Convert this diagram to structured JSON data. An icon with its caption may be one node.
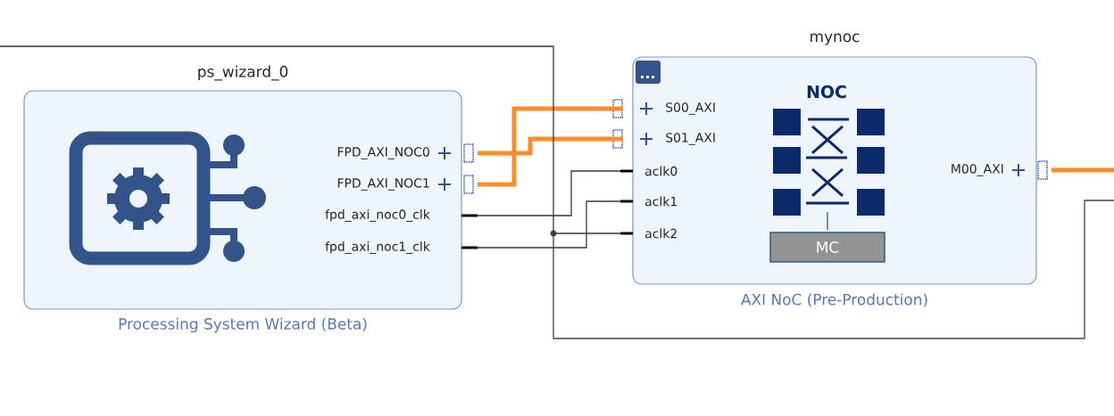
{
  "diagram": {
    "nodes": [
      {
        "text": [
          "ps_wizard_0",
          "Processing System Wizard (Beta)"
        ]
      },
      {
        "text": [
          "FPD_AXI_NOC0"
        ],
        "in": 0
      },
      {
        "text": [
          "FPD_AXI_NOC1"
        ],
        "in": 0
      },
      {
        "text": [
          "fpd_axi_noc0_clk"
        ],
        "in": 0
      },
      {
        "text": [
          "fpd_axi_noc1_clk"
        ],
        "in": 0
      },
      {
        "text": [
          "mynoc",
          "AXI NoC (Pre-Production)"
        ]
      },
      {
        "text": [
          "S00_AXI"
        ],
        "in": 5
      },
      {
        "text": [
          "S01_AXI"
        ],
        "in": 5
      },
      {
        "text": [
          "aclk0"
        ],
        "in": 5
      },
      {
        "text": [
          "aclk1"
        ],
        "in": 5
      },
      {
        "text": [
          "aclk2"
        ],
        "in": 5
      },
      {
        "text": [
          "M00_AXI"
        ],
        "in": 5
      },
      {
        "text": [
          "MC"
        ],
        "in": 5
      }
    ],
    "edges": [
      {
        "from": 1,
        "to": 7,
        "arrow": "none",
        "style": "thick",
        "color": "#ff8c2a"
      },
      {
        "from": 2,
        "to": 6,
        "arrow": "none",
        "style": "thick",
        "color": "#ff8c2a"
      },
      {
        "from": 3,
        "to": 8,
        "arrow": "none",
        "color": "#333a44"
      },
      {
        "from": 4,
        "to": 9,
        "arrow": "none",
        "color": "#333a44"
      },
      {
        "from": null,
        "to": 10,
        "arrow": "none",
        "color": "#333a44"
      },
      {
        "from": 11,
        "to": null,
        "arrow": "none",
        "style": "thick",
        "color": "#ff8c2a"
      }
    ],
    "labels": [
      "NOC"
    ]
  }
}
